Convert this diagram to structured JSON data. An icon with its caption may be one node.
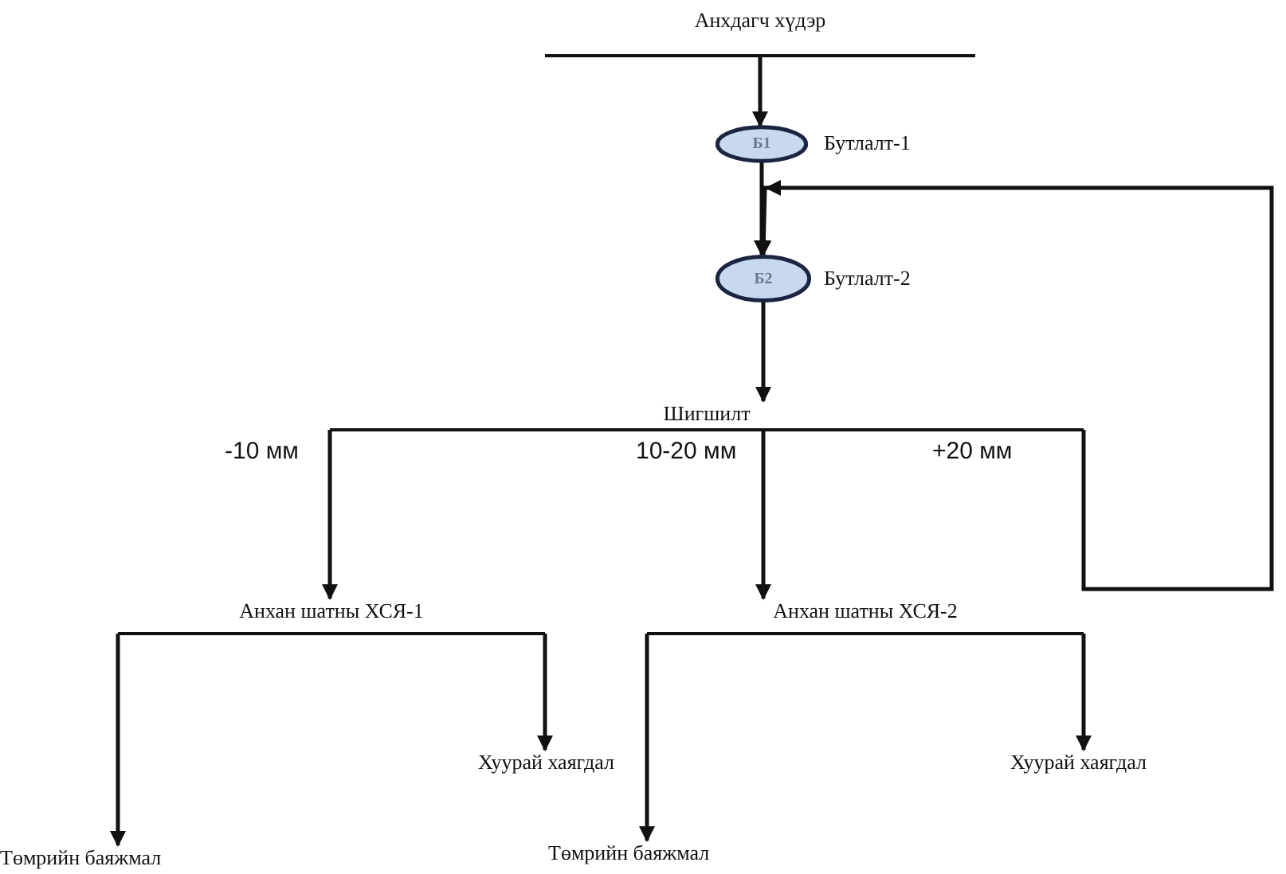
{
  "diagram": {
    "nodes": [
      {
        "text": [
          "Анхдагч хүдэр"
        ]
      },
      {
        "text": [
          "Б1"
        ],
        "beside": [
          "Бутлалт-1"
        ]
      },
      {
        "text": [
          "Б2"
        ],
        "beside": [
          "Бутлалт-2"
        ]
      },
      {
        "text": [
          "Шигшилт"
        ]
      },
      {
        "text": [
          "Анхан шатны ХСЯ-1"
        ]
      },
      {
        "text": [
          "Анхан шатны ХСЯ-2"
        ]
      },
      {
        "text": [
          "Хуурай хаягдал"
        ]
      },
      {
        "text": [
          "Төмрийн баяжмал"
        ]
      },
      {
        "text": [
          "Төмрийн баяжмал"
        ]
      },
      {
        "text": [
          "Хуурай хаягдал"
        ]
      }
    ],
    "edges": [
      {
        "from": 0,
        "to": 1,
        "arrow": "to"
      },
      {
        "from": 1,
        "to": 2,
        "arrow": "to"
      },
      {
        "from": 2,
        "to": 3,
        "arrow": "to"
      },
      {
        "from": 3,
        "to": 4,
        "arrow": "to",
        "label": "-10 мм"
      },
      {
        "from": 3,
        "to": 5,
        "arrow": "to",
        "label": "10-20 мм"
      },
      {
        "from": 3,
        "to": 2,
        "arrow": "to",
        "label": "+20 мм"
      },
      {
        "from": 4,
        "to": 7,
        "arrow": "to"
      },
      {
        "from": 4,
        "to": 6,
        "arrow": "to"
      },
      {
        "from": 5,
        "to": 8,
        "arrow": "to"
      },
      {
        "from": 5,
        "to": 9,
        "arrow": "to"
      }
    ]
  }
}
